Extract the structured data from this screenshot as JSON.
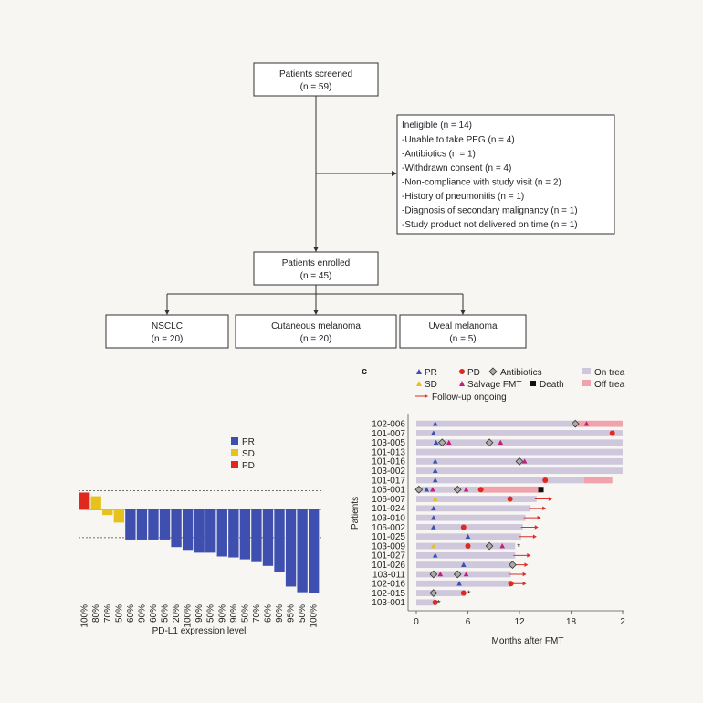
{
  "flow": {
    "screened": {
      "title": "Patients screened",
      "n": "(n = 59)"
    },
    "ineligible": {
      "title": "Ineligible (n = 14)",
      "items": [
        "-Unable to take PEG (n = 4)",
        "-Antibiotics (n = 1)",
        "-Withdrawn consent (n = 4)",
        "-Non-compliance with study visit (n = 2)",
        "-History of pneumonitis (n = 1)",
        "-Diagnosis of secondary malignancy (n = 1)",
        "-Study product not delivered on time (n = 1)"
      ]
    },
    "enrolled": {
      "title": "Patients enrolled",
      "n": "(n = 45)"
    },
    "groups": [
      {
        "title": "NSCLC",
        "n": "(n = 20)"
      },
      {
        "title": "Cutaneous melanoma",
        "n": "(n = 20)"
      },
      {
        "title": "Uveal melanoma",
        "n": "(n = 5)"
      }
    ]
  },
  "colors": {
    "PR": "#3f4fb0",
    "SD": "#e8c21c",
    "PD": "#e0281e",
    "on": "#cfc8dc",
    "off": "#f0a3ad",
    "antibiotic": "#888888",
    "salvage": "#c01f7a"
  },
  "chart_data": [
    {
      "type": "bar",
      "xlabel": "PD-L1 expression level",
      "legend": [
        "PR",
        "SD",
        "PD"
      ],
      "legend_placement": "top-right",
      "categories": [
        "100%",
        "80%",
        "70%",
        "50%",
        "60%",
        "90%",
        "60%",
        "50%",
        "20%",
        "100%",
        "90%",
        "50%",
        "90%",
        "90%",
        "50%",
        "70%",
        "60%",
        "90%",
        "95%",
        "50%",
        "100%"
      ],
      "responses": [
        "PD",
        "SD",
        "SD",
        "SD",
        "PR",
        "PR",
        "PR",
        "PR",
        "PR",
        "PR",
        "PR",
        "PR",
        "PR",
        "PR",
        "PR",
        "PR",
        "PR",
        "PR",
        "PR",
        "PR",
        "PR"
      ],
      "values": [
        18,
        14,
        -6,
        -14,
        -32,
        -32,
        -32,
        -32,
        -40,
        -43,
        -46,
        -46,
        -50,
        -51,
        -53,
        -56,
        -60,
        -66,
        -82,
        -88,
        -89
      ],
      "ylim": [
        -100,
        30
      ],
      "reference_lines": [
        20,
        -30
      ]
    },
    {
      "type": "bar",
      "panel": "c",
      "title": "",
      "xlabel": "Months after FMT",
      "ylabel": "Patients",
      "xticks": [
        "0",
        "6",
        "12",
        "18",
        "2"
      ],
      "xlim": [
        0,
        24
      ],
      "legend": {
        "PR": "PR",
        "PD": "PD",
        "antibiotics": "Antibiotics",
        "on": "On trea",
        "SD": "SD",
        "salvage": "Salvage FMT",
        "death": "Death",
        "off": "Off trea",
        "followup": "Follow-up ongoing"
      },
      "patients": [
        {
          "id": "102-006",
          "on": 18.5,
          "off": 24,
          "arrow": false,
          "death": false,
          "markers": [
            {
              "t": "PR",
              "x": 2.2
            },
            {
              "t": "AB",
              "x": 18.5
            },
            {
              "t": "SV",
              "x": 19.8
            }
          ]
        },
        {
          "id": "101-007",
          "on": 24,
          "off": 24,
          "arrow": false,
          "death": false,
          "markers": [
            {
              "t": "PR",
              "x": 2
            },
            {
              "t": "PD",
              "x": 22.8
            }
          ]
        },
        {
          "id": "103-005",
          "on": 24,
          "off": 24,
          "arrow": false,
          "death": false,
          "markers": [
            {
              "t": "PR",
              "x": 2.3
            },
            {
              "t": "AB",
              "x": 3
            },
            {
              "t": "SV",
              "x": 3.8
            },
            {
              "t": "AB",
              "x": 8.5
            },
            {
              "t": "SV",
              "x": 9.8
            }
          ]
        },
        {
          "id": "101-013",
          "on": 24,
          "off": 24,
          "arrow": false,
          "death": false,
          "markers": []
        },
        {
          "id": "101-016",
          "on": 24,
          "off": 24,
          "arrow": false,
          "death": false,
          "markers": [
            {
              "t": "PR",
              "x": 2.2
            },
            {
              "t": "AB",
              "x": 12
            },
            {
              "t": "SV",
              "x": 12.6
            }
          ]
        },
        {
          "id": "103-002",
          "on": 24,
          "off": 24,
          "arrow": false,
          "death": false,
          "markers": [
            {
              "t": "PR",
              "x": 2.2
            }
          ]
        },
        {
          "id": "101-017",
          "on": 19.5,
          "off": 22.8,
          "arrow": false,
          "death": false,
          "markers": [
            {
              "t": "PR",
              "x": 2.2
            },
            {
              "t": "PD",
              "x": 15
            }
          ]
        },
        {
          "id": "105-001",
          "on": 7.5,
          "off": 14.5,
          "arrow": false,
          "death": true,
          "markers": [
            {
              "t": "AB",
              "x": 0.3
            },
            {
              "t": "PR",
              "x": 1.2
            },
            {
              "t": "SV",
              "x": 1.9
            },
            {
              "t": "AB",
              "x": 4.8
            },
            {
              "t": "SV",
              "x": 5.8
            },
            {
              "t": "PD",
              "x": 7.5
            }
          ]
        },
        {
          "id": "106-007",
          "on": 14,
          "off": 14,
          "arrow": true,
          "death": false,
          "markers": [
            {
              "t": "SD",
              "x": 2.2
            },
            {
              "t": "PD",
              "x": 10.9
            }
          ]
        },
        {
          "id": "101-024",
          "on": 13.3,
          "off": 13.3,
          "arrow": true,
          "death": false,
          "markers": [
            {
              "t": "PR",
              "x": 2
            }
          ]
        },
        {
          "id": "103-010",
          "on": 12.7,
          "off": 12.7,
          "arrow": true,
          "death": false,
          "markers": [
            {
              "t": "PR",
              "x": 2
            }
          ]
        },
        {
          "id": "106-002",
          "on": 12.4,
          "off": 12.4,
          "arrow": true,
          "death": false,
          "markers": [
            {
              "t": "PR",
              "x": 2
            },
            {
              "t": "PD",
              "x": 5.5
            }
          ]
        },
        {
          "id": "101-025",
          "on": 12.2,
          "off": 12.2,
          "arrow": true,
          "death": false,
          "markers": [
            {
              "t": "PR",
              "x": 6
            }
          ]
        },
        {
          "id": "103-009",
          "on": 11.5,
          "off": 11.5,
          "arrow": false,
          "death": true,
          "markers": [
            {
              "t": "SD",
              "x": 2
            },
            {
              "t": "PD",
              "x": 6
            },
            {
              "t": "AB",
              "x": 8.5
            },
            {
              "t": "SV",
              "x": 10
            }
          ]
        },
        {
          "id": "101-027",
          "on": 11.5,
          "off": 11.5,
          "arrow": true,
          "death": false,
          "markers": [
            {
              "t": "PR",
              "x": 2.2
            }
          ]
        },
        {
          "id": "101-026",
          "on": 11.2,
          "off": 11.2,
          "arrow": true,
          "death": false,
          "markers": [
            {
              "t": "PR",
              "x": 5.5
            },
            {
              "t": "AB",
              "x": 11.2
            }
          ]
        },
        {
          "id": "103-011",
          "on": 11,
          "off": 11,
          "arrow": true,
          "death": false,
          "markers": [
            {
              "t": "AB",
              "x": 2
            },
            {
              "t": "SV",
              "x": 2.8
            },
            {
              "t": "AB",
              "x": 4.8
            },
            {
              "t": "SV",
              "x": 5.8
            }
          ]
        },
        {
          "id": "102-016",
          "on": 11,
          "off": 11,
          "arrow": true,
          "death": false,
          "markers": [
            {
              "t": "PR",
              "x": 5
            },
            {
              "t": "PD",
              "x": 11
            }
          ]
        },
        {
          "id": "102-015",
          "on": 5.7,
          "off": 5.7,
          "arrow": false,
          "death": true,
          "markers": [
            {
              "t": "AB",
              "x": 2
            },
            {
              "t": "PD",
              "x": 5.5
            }
          ]
        },
        {
          "id": "103-001",
          "on": 2.2,
          "off": 2.2,
          "arrow": false,
          "death": true,
          "markers": [
            {
              "t": "PD",
              "x": 2.2
            }
          ]
        }
      ]
    }
  ],
  "panel_labels": {
    "c": "c"
  }
}
